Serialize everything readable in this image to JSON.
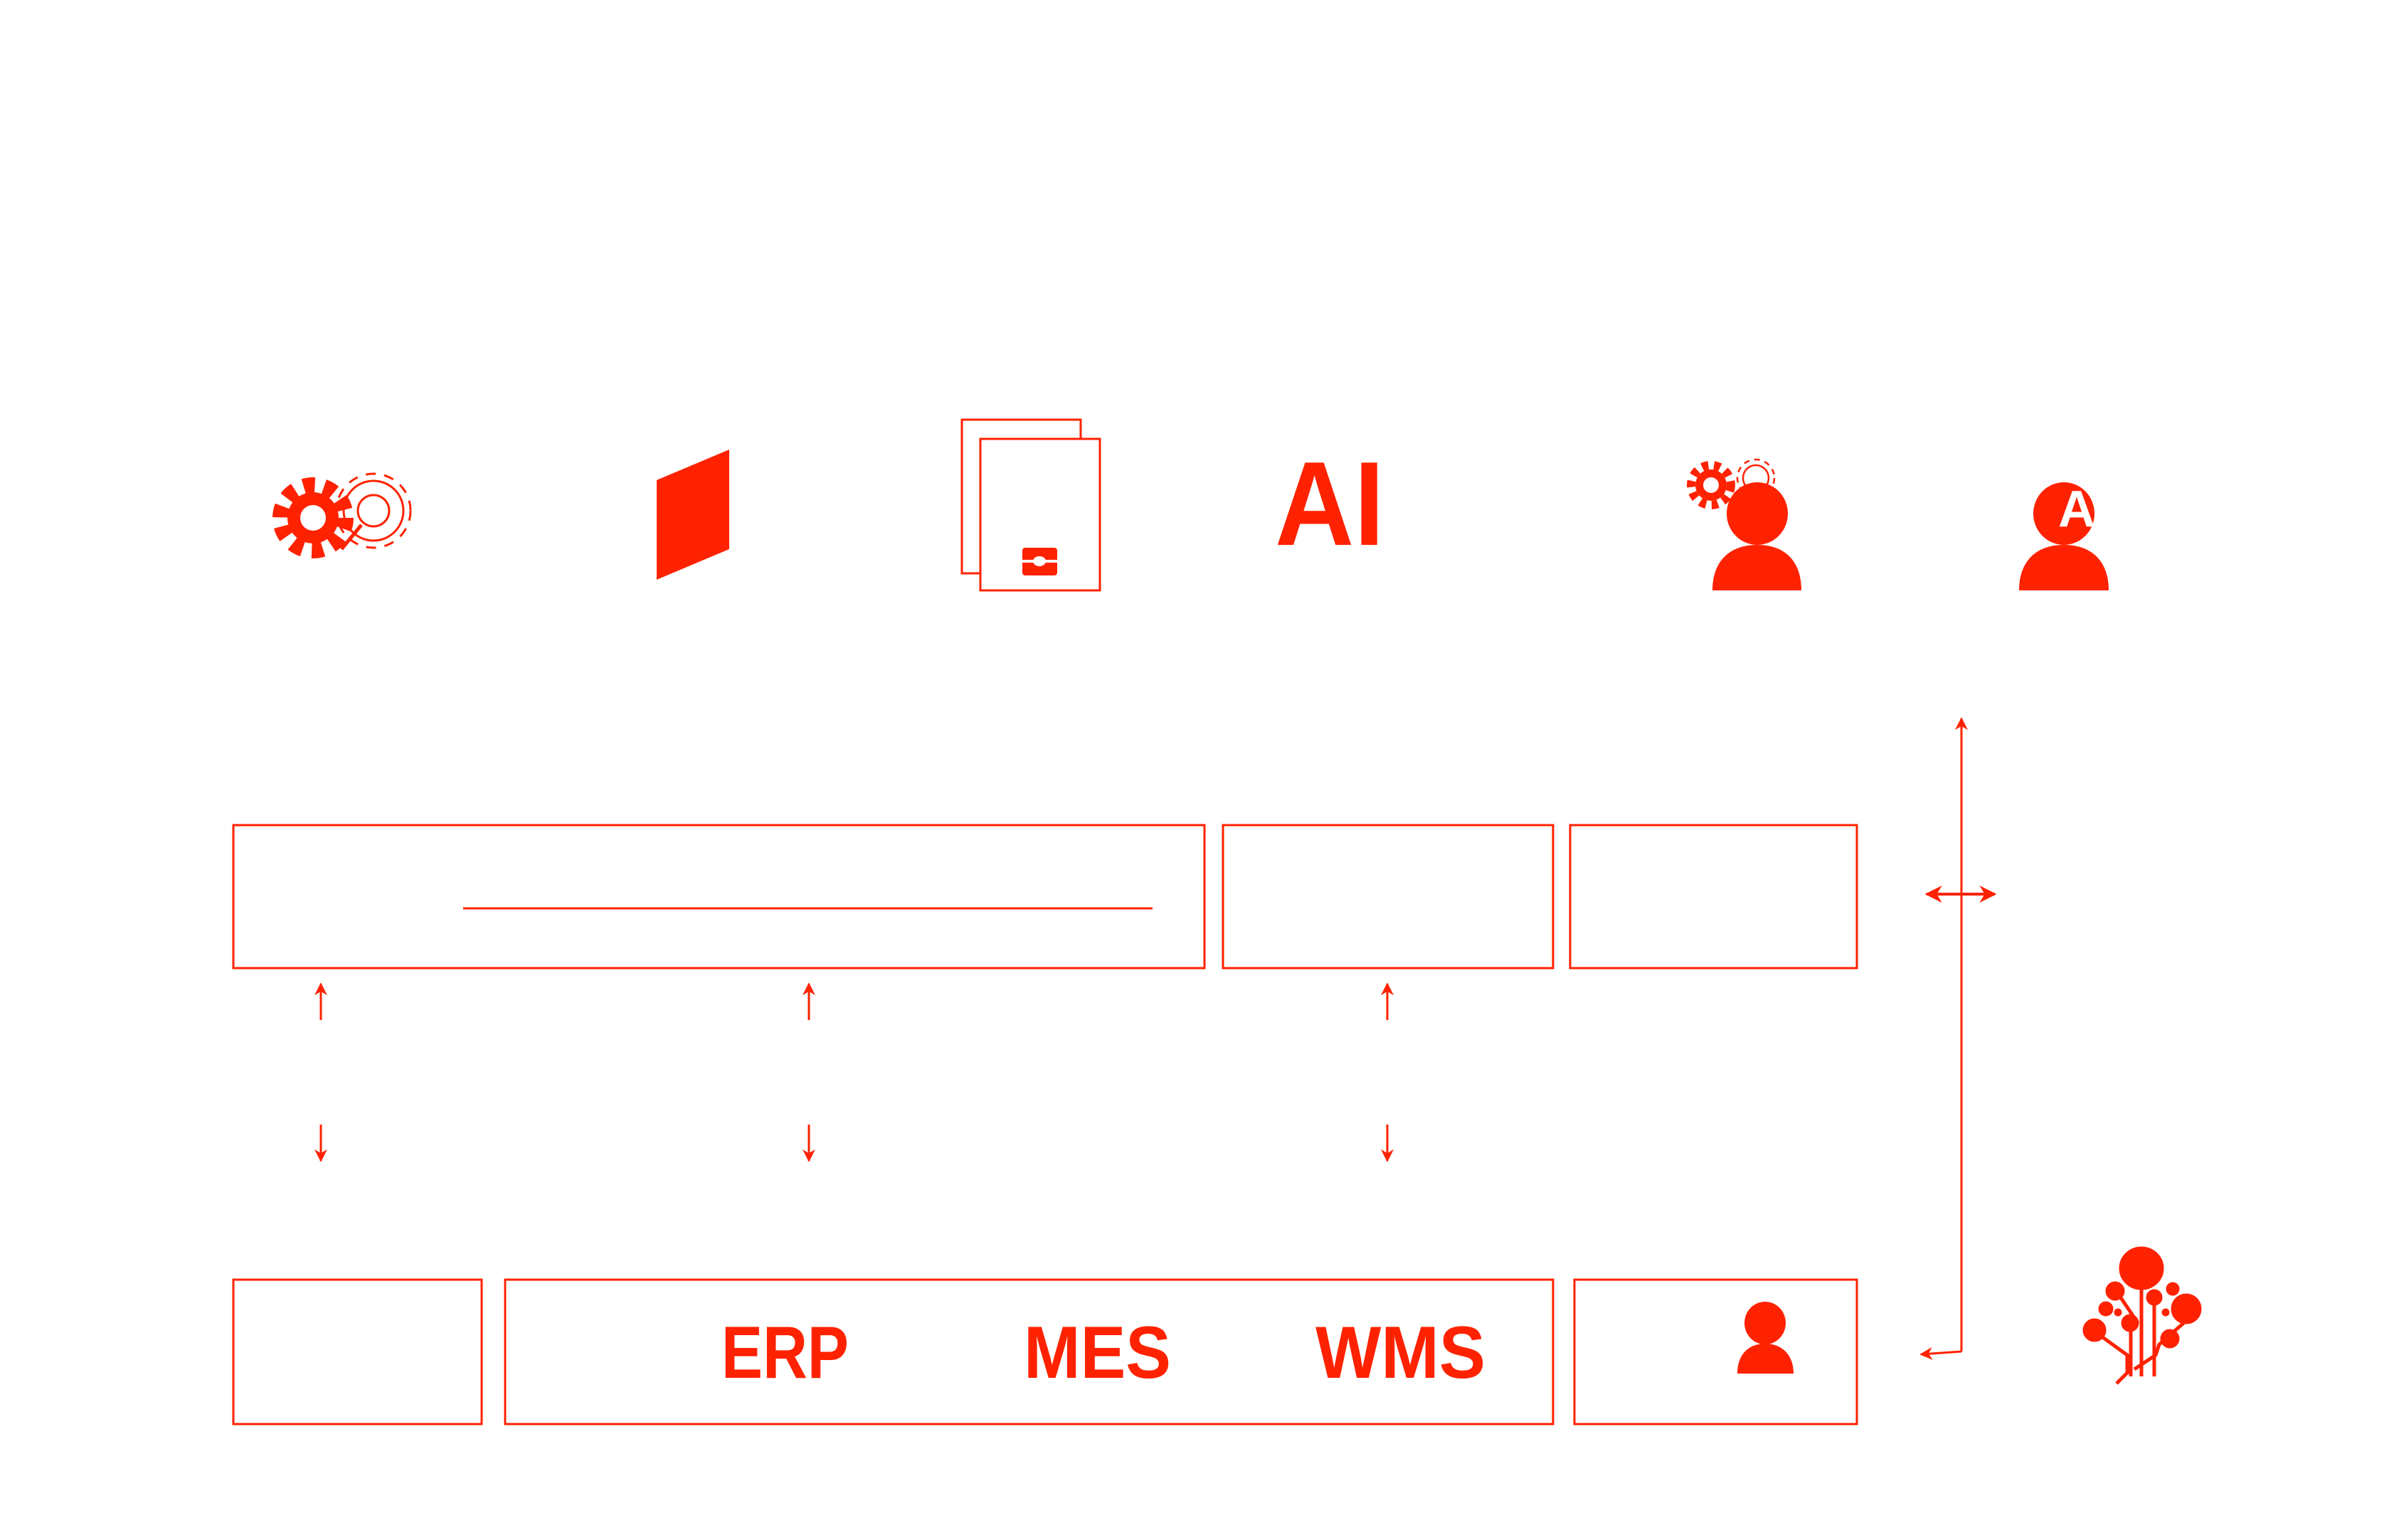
{
  "colors": {
    "accent": "#ff2200",
    "background": "#ffffff"
  },
  "icons": {
    "top_row": [
      "gears-icon",
      "parallelogram-icon",
      "documents-icon",
      "ai-icon",
      "person-gears-icon",
      "person-ai-icon"
    ],
    "bottom_right": "tree-circuit-icon"
  },
  "top_row": {
    "ai_text": "AI",
    "person_ai_letter": "A"
  },
  "systems": {
    "erp": "ERP",
    "mes": "MES",
    "wms": "WMS"
  }
}
